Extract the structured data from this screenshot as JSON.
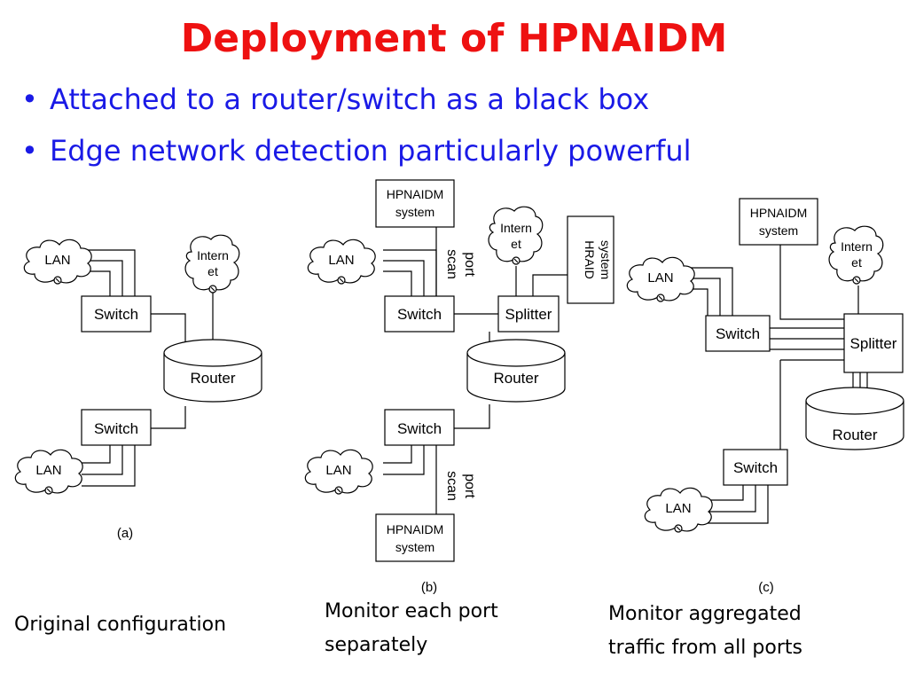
{
  "title": "Deployment of HPNAIDM",
  "bullets": [
    "Attached to a router/switch as a black box",
    "Edge network detection particularly powerful"
  ],
  "labels": {
    "lan": "LAN",
    "internet_line1": "Intern",
    "internet_line2": "et",
    "switch": "Switch",
    "router": "Router",
    "splitter": "Splitter",
    "hpnaidm_line1": "HPNAIDM",
    "hpnaidm_line2": "system",
    "hraid_line1": "HRAID",
    "hraid_line2": "system",
    "scan_line1": "scan",
    "scan_line2": "port"
  },
  "diagrams": {
    "a": "(a)",
    "b": "(b)",
    "c": "(c)"
  },
  "captions": {
    "a": "Original configuration",
    "b_line1": "Monitor each port",
    "b_line2": "separately",
    "c_line1": "Monitor aggregated",
    "c_line2": "traffic from all ports"
  }
}
